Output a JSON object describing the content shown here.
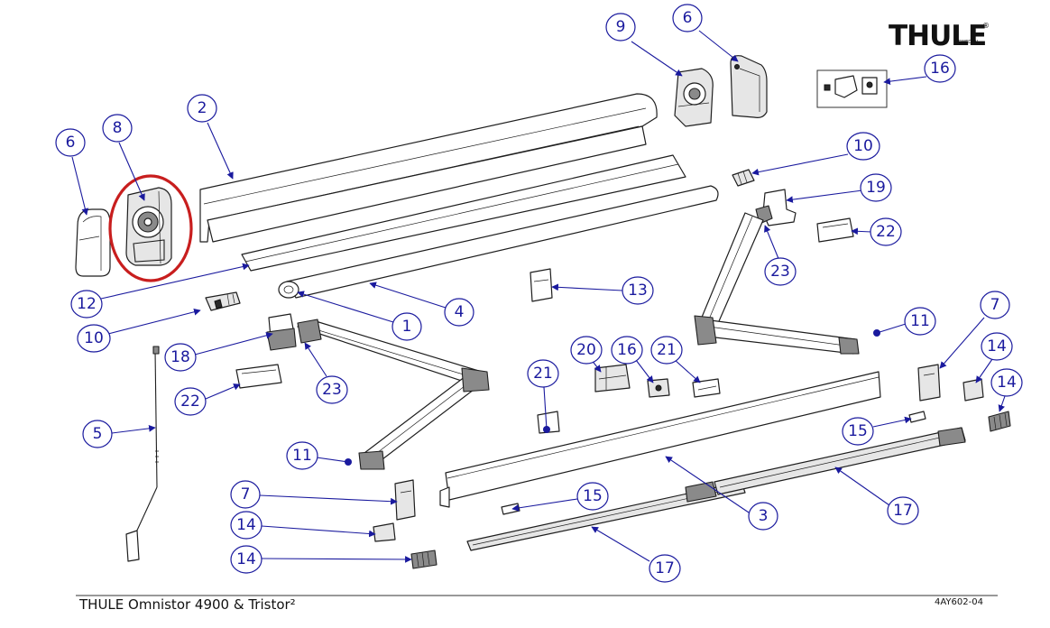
{
  "brand": {
    "logo_text": "THULE",
    "logo_subtext": "SWEDEN",
    "logo_mark": "®"
  },
  "footer": {
    "title": "THULE Omnistor 4900 & Tristor²",
    "code": "4AY602-04"
  },
  "colors": {
    "callout": "#1a1a9e",
    "highlight": "#c81e1e",
    "outline": "#1e1e1e"
  },
  "callouts": [
    {
      "id": "c6a",
      "label": "6"
    },
    {
      "id": "c8",
      "label": "8"
    },
    {
      "id": "c2",
      "label": "2"
    },
    {
      "id": "c9",
      "label": "9"
    },
    {
      "id": "c6b",
      "label": "6"
    },
    {
      "id": "c16a",
      "label": "16"
    },
    {
      "id": "c10a",
      "label": "10"
    },
    {
      "id": "c19",
      "label": "19"
    },
    {
      "id": "c22a",
      "label": "22"
    },
    {
      "id": "c23a",
      "label": "23"
    },
    {
      "id": "c12",
      "label": "12"
    },
    {
      "id": "c13",
      "label": "13"
    },
    {
      "id": "c4",
      "label": "4"
    },
    {
      "id": "c1",
      "label": "1"
    },
    {
      "id": "c10b",
      "label": "10"
    },
    {
      "id": "c11a",
      "label": "11"
    },
    {
      "id": "c7a",
      "label": "7"
    },
    {
      "id": "c18",
      "label": "18"
    },
    {
      "id": "c20",
      "label": "20"
    },
    {
      "id": "c16b",
      "label": "16"
    },
    {
      "id": "c21a",
      "label": "21"
    },
    {
      "id": "c14a",
      "label": "14"
    },
    {
      "id": "c14b",
      "label": "14"
    },
    {
      "id": "c22b",
      "label": "22"
    },
    {
      "id": "c23b",
      "label": "23"
    },
    {
      "id": "c21b",
      "label": "21"
    },
    {
      "id": "c5",
      "label": "5"
    },
    {
      "id": "c15a",
      "label": "15"
    },
    {
      "id": "c11b",
      "label": "11"
    },
    {
      "id": "c7b",
      "label": "7"
    },
    {
      "id": "c15b",
      "label": "15"
    },
    {
      "id": "c3",
      "label": "3"
    },
    {
      "id": "c17a",
      "label": "17"
    },
    {
      "id": "c14c",
      "label": "14"
    },
    {
      "id": "c14d",
      "label": "14"
    },
    {
      "id": "c17b",
      "label": "17"
    }
  ]
}
